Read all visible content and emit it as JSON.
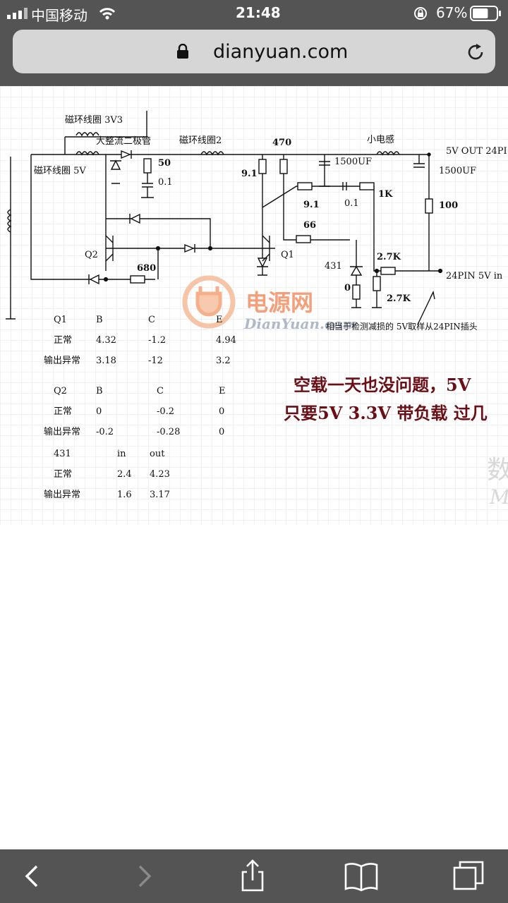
{
  "status_bar": {
    "carrier": "中国移动",
    "time": "21:48",
    "battery_percent": "67%",
    "battery_level": 0.67
  },
  "browser": {
    "url": "dianyuan.com"
  },
  "schematic": {
    "labels": {
      "l1": "磁环线圈 3V3",
      "l2": "大整流二极管",
      "l3": "磁环线圈2",
      "l4": "470",
      "l5": "小电感",
      "l6": "5V OUT 24PI",
      "l7": "磁环线圈 5V",
      "l8": "50",
      "l9": "0.1",
      "l10": "9.1",
      "l11": "1500UF",
      "l12": "1500UF",
      "l13": "9.1",
      "l14": "0.1",
      "l15": "1K",
      "l16": "100",
      "l17": "66",
      "l18": "Q2",
      "l19": "Q1",
      "l20": "431",
      "l21": "2.7K",
      "l22": "680",
      "l23": "0",
      "l24": "2.7K",
      "l25": "24PIN 5V in",
      "l26": "相当于检测减损的 5V取样从24PIN插头",
      "l27": "空载一天也没问题，5V ",
      "l28": "只要5V 3.3V 带负载 过几",
      "l29": "数",
      "l30": "M"
    },
    "watermark": {
      "cn": "电源网",
      "en": "DianYuan.com"
    },
    "table_q1": {
      "header": [
        "Q1",
        "B",
        "C",
        "E"
      ],
      "rows": [
        [
          "正常",
          "4.32",
          "-1.2",
          "4.94"
        ],
        [
          "输出异常",
          "3.18",
          "-12",
          "3.2"
        ]
      ]
    },
    "table_q2": {
      "header": [
        "Q2",
        "B",
        "C",
        "E"
      ],
      "rows": [
        [
          "正常",
          "0",
          "-0.2",
          "0"
        ],
        [
          "输出异常",
          "-0.2",
          "-0.28",
          "0"
        ]
      ]
    },
    "table_431": {
      "header": [
        "431",
        "in",
        "out"
      ],
      "rows": [
        [
          "正常",
          "2.4",
          "4.23"
        ],
        [
          "输出异常",
          "1.6",
          "3.17"
        ]
      ]
    }
  }
}
